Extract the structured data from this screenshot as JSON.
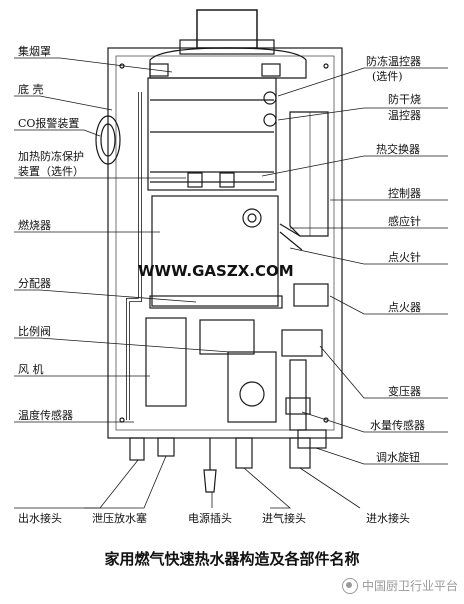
{
  "labels": {
    "left": [
      "集烟罩",
      "底 壳",
      "CO报警装置",
      "加热防冻保护",
      "装置（选件）",
      "燃烧器",
      "分配器",
      "比例阀",
      "风 机",
      "温度传感器"
    ],
    "right": [
      "防冻温控器",
      "(选件)",
      "防干烧",
      "温控器",
      "热交换器",
      "控制器",
      "感应针",
      "点火针",
      "点火器",
      "变压器",
      "水量传感器",
      "调水旋钮"
    ],
    "bottom": [
      "出水接头",
      "泄压放水塞",
      "电源插头",
      "进气接头",
      "进水接头"
    ]
  },
  "watermark_url": "WWW.GASZX.COM",
  "caption": "家用燃气快速热水器构造及各部件名称",
  "source_watermark": "中国厨卫行业平台",
  "colors": {
    "line": "#1a1a1a",
    "bg": "#ffffff",
    "caption": "#111111",
    "watermark": "#9a9a9a"
  }
}
